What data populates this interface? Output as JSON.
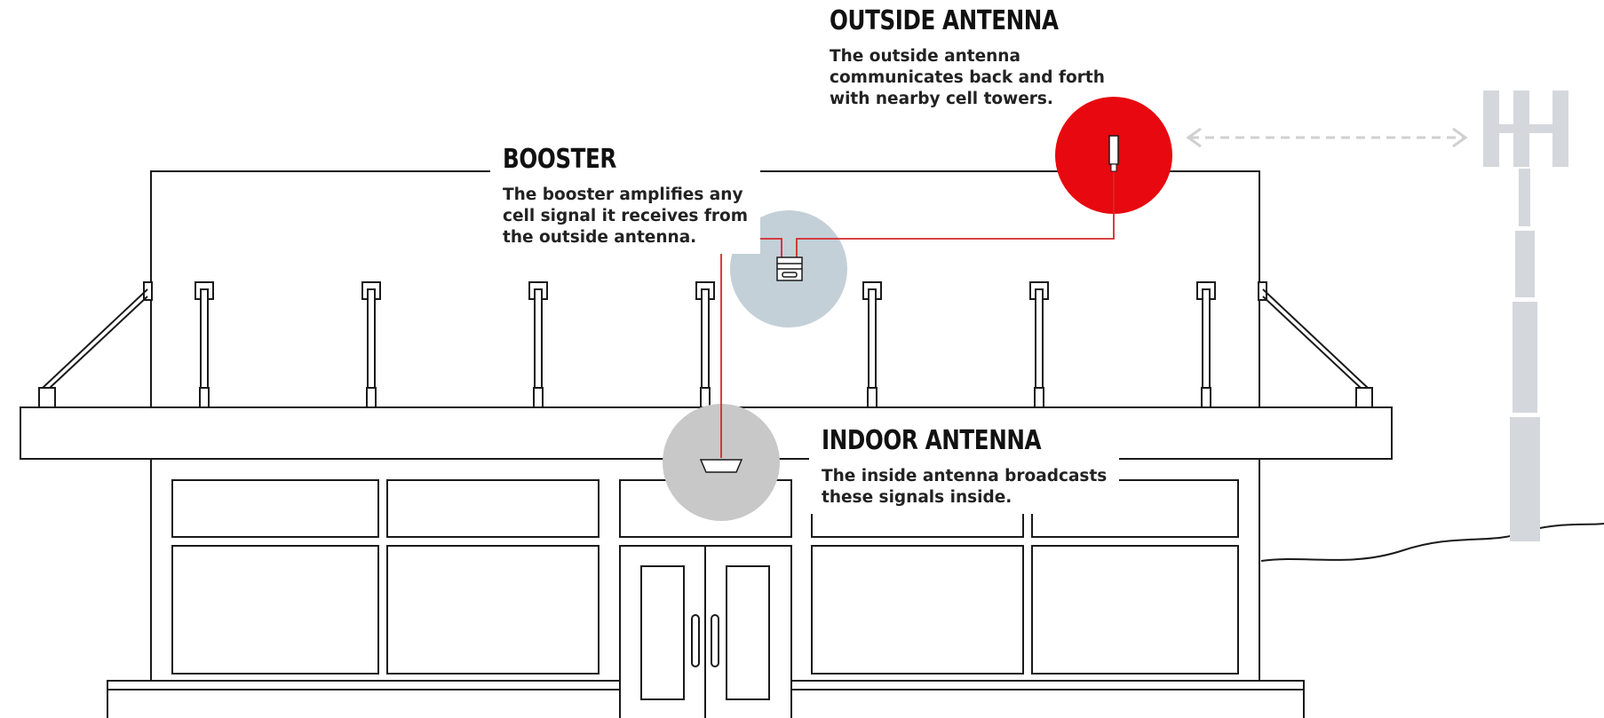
{
  "labels": {
    "outside": {
      "title": "OUTSIDE ANTENNA",
      "description": "The outside antenna\ncommunicates back and forth\nwith nearby cell towers."
    },
    "booster": {
      "title": "BOOSTER",
      "description": "The booster amplifies any\ncell signal it receives from\nthe outside antenna."
    },
    "indoor": {
      "title": "INDOOR ANTENNA",
      "description": "The inside antenna broadcasts\nthese signals inside."
    }
  },
  "colors": {
    "outside_circle": "#e8080f",
    "booster_circle": "#c3d0d8",
    "indoor_circle": "#c8c8c8",
    "cable": "#d42a2a",
    "tower": "#d4d7dc",
    "outline": "#1a1a1a"
  },
  "icons": [
    "outside-antenna-icon",
    "booster-device-icon",
    "indoor-antenna-icon",
    "cell-tower-icon",
    "signal-arrow-icon"
  ]
}
